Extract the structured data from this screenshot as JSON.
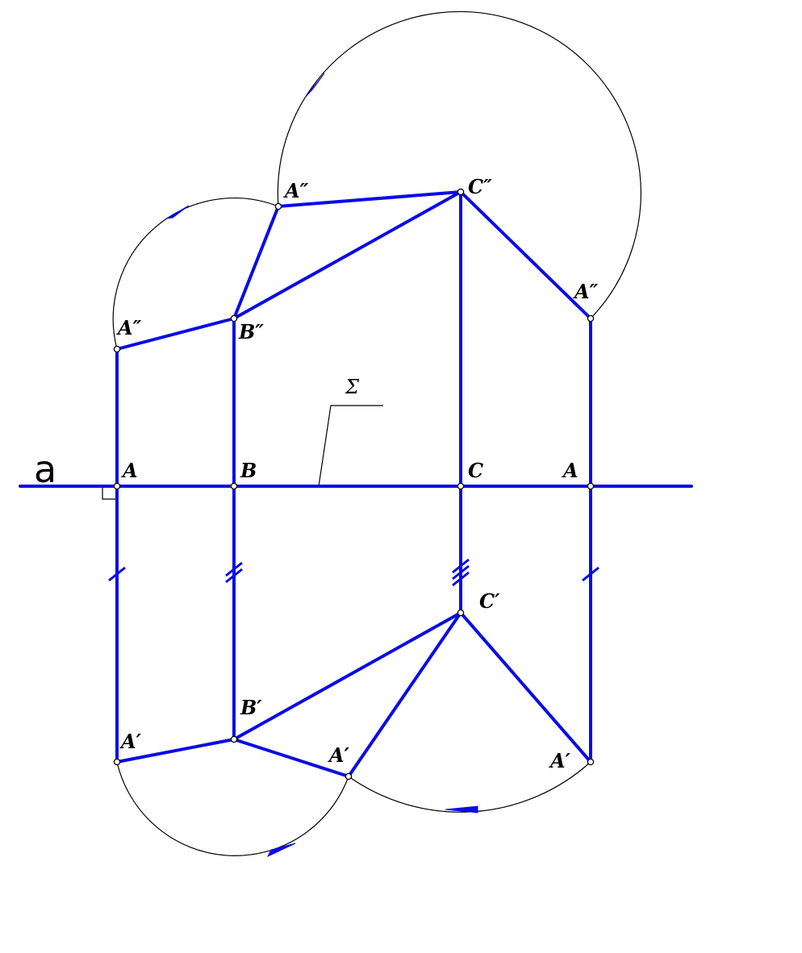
{
  "colors": {
    "construction": "#0a0ae6",
    "arc": "#000000",
    "background": "#ffffff"
  },
  "axis_label": "a",
  "plane_label": "Σ",
  "labels": {
    "A_upper_left": "A″",
    "B_upper": "B″",
    "A_upper_mid": "A″",
    "C_upper": "C″",
    "A_upper_right": "A″",
    "A_axis_left": "A",
    "B_axis": "B",
    "C_axis": "C",
    "A_axis_right": "A",
    "C_lower": "C′",
    "B_lower": "B′",
    "A_lower_left": "A′",
    "A_lower_mid": "A′",
    "A_lower_right": "A′"
  }
}
